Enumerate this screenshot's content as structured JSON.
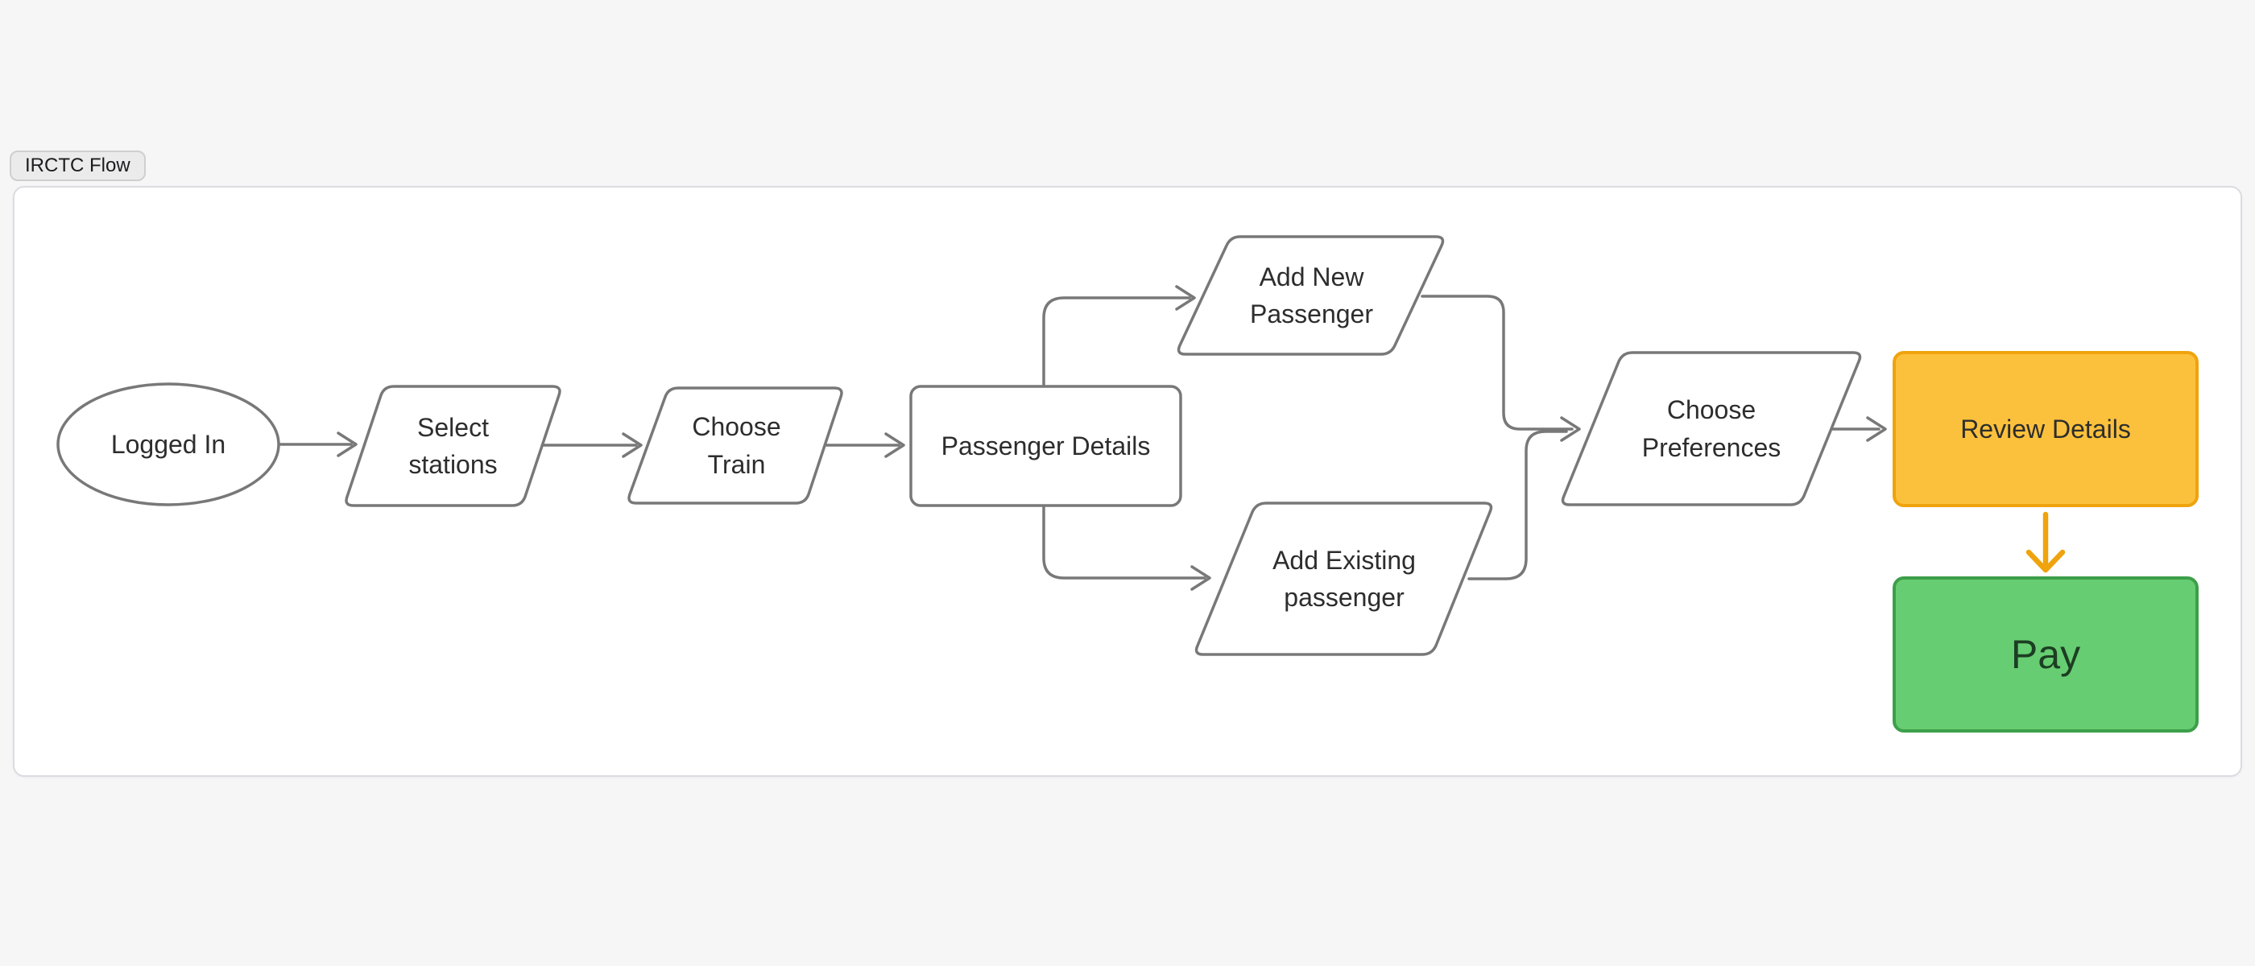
{
  "frame": {
    "label": "IRCTC Flow"
  },
  "colors": {
    "canvas_bg": "#f6f6f7",
    "frame_bg": "#ffffff",
    "shape_stroke": "#787878",
    "edge_stroke": "#787878",
    "label_text": "#2d2d2d",
    "amber_fill": "#fcc13c",
    "amber_stroke": "#efa30d",
    "green_fill": "#67cd72",
    "green_stroke": "#3d9f4a",
    "pay_text": "#1c3e23",
    "orange_arrow": "#efa30d"
  },
  "nodes": [
    {
      "id": "logged-in",
      "shape": "ellipse",
      "label": "Logged In"
    },
    {
      "id": "select-stations",
      "shape": "parallelogram",
      "label": "Select stations"
    },
    {
      "id": "choose-train",
      "shape": "parallelogram",
      "label": "Choose Train"
    },
    {
      "id": "passenger-details",
      "shape": "rectangle",
      "label": "Passenger Details"
    },
    {
      "id": "add-new-passenger",
      "shape": "parallelogram",
      "label": "Add New Passenger"
    },
    {
      "id": "add-existing-passenger",
      "shape": "parallelogram",
      "label": "Add Existing passenger"
    },
    {
      "id": "choose-preferences",
      "shape": "parallelogram",
      "label": "Choose Preferences"
    },
    {
      "id": "review-details",
      "shape": "rectangle",
      "label": "Review Details"
    },
    {
      "id": "pay",
      "shape": "rectangle",
      "label": "Pay"
    }
  ],
  "edges": [
    {
      "from": "logged-in",
      "to": "select-stations",
      "color": "gray"
    },
    {
      "from": "select-stations",
      "to": "choose-train",
      "color": "gray"
    },
    {
      "from": "choose-train",
      "to": "passenger-details",
      "color": "gray"
    },
    {
      "from": "passenger-details",
      "to": "add-new-passenger",
      "color": "gray"
    },
    {
      "from": "passenger-details",
      "to": "add-existing-passenger",
      "color": "gray"
    },
    {
      "from": "add-new-passenger",
      "to": "choose-preferences",
      "color": "gray"
    },
    {
      "from": "add-existing-passenger",
      "to": "choose-preferences",
      "color": "gray"
    },
    {
      "from": "choose-preferences",
      "to": "review-details",
      "color": "gray"
    },
    {
      "from": "review-details",
      "to": "pay",
      "color": "orange"
    }
  ]
}
